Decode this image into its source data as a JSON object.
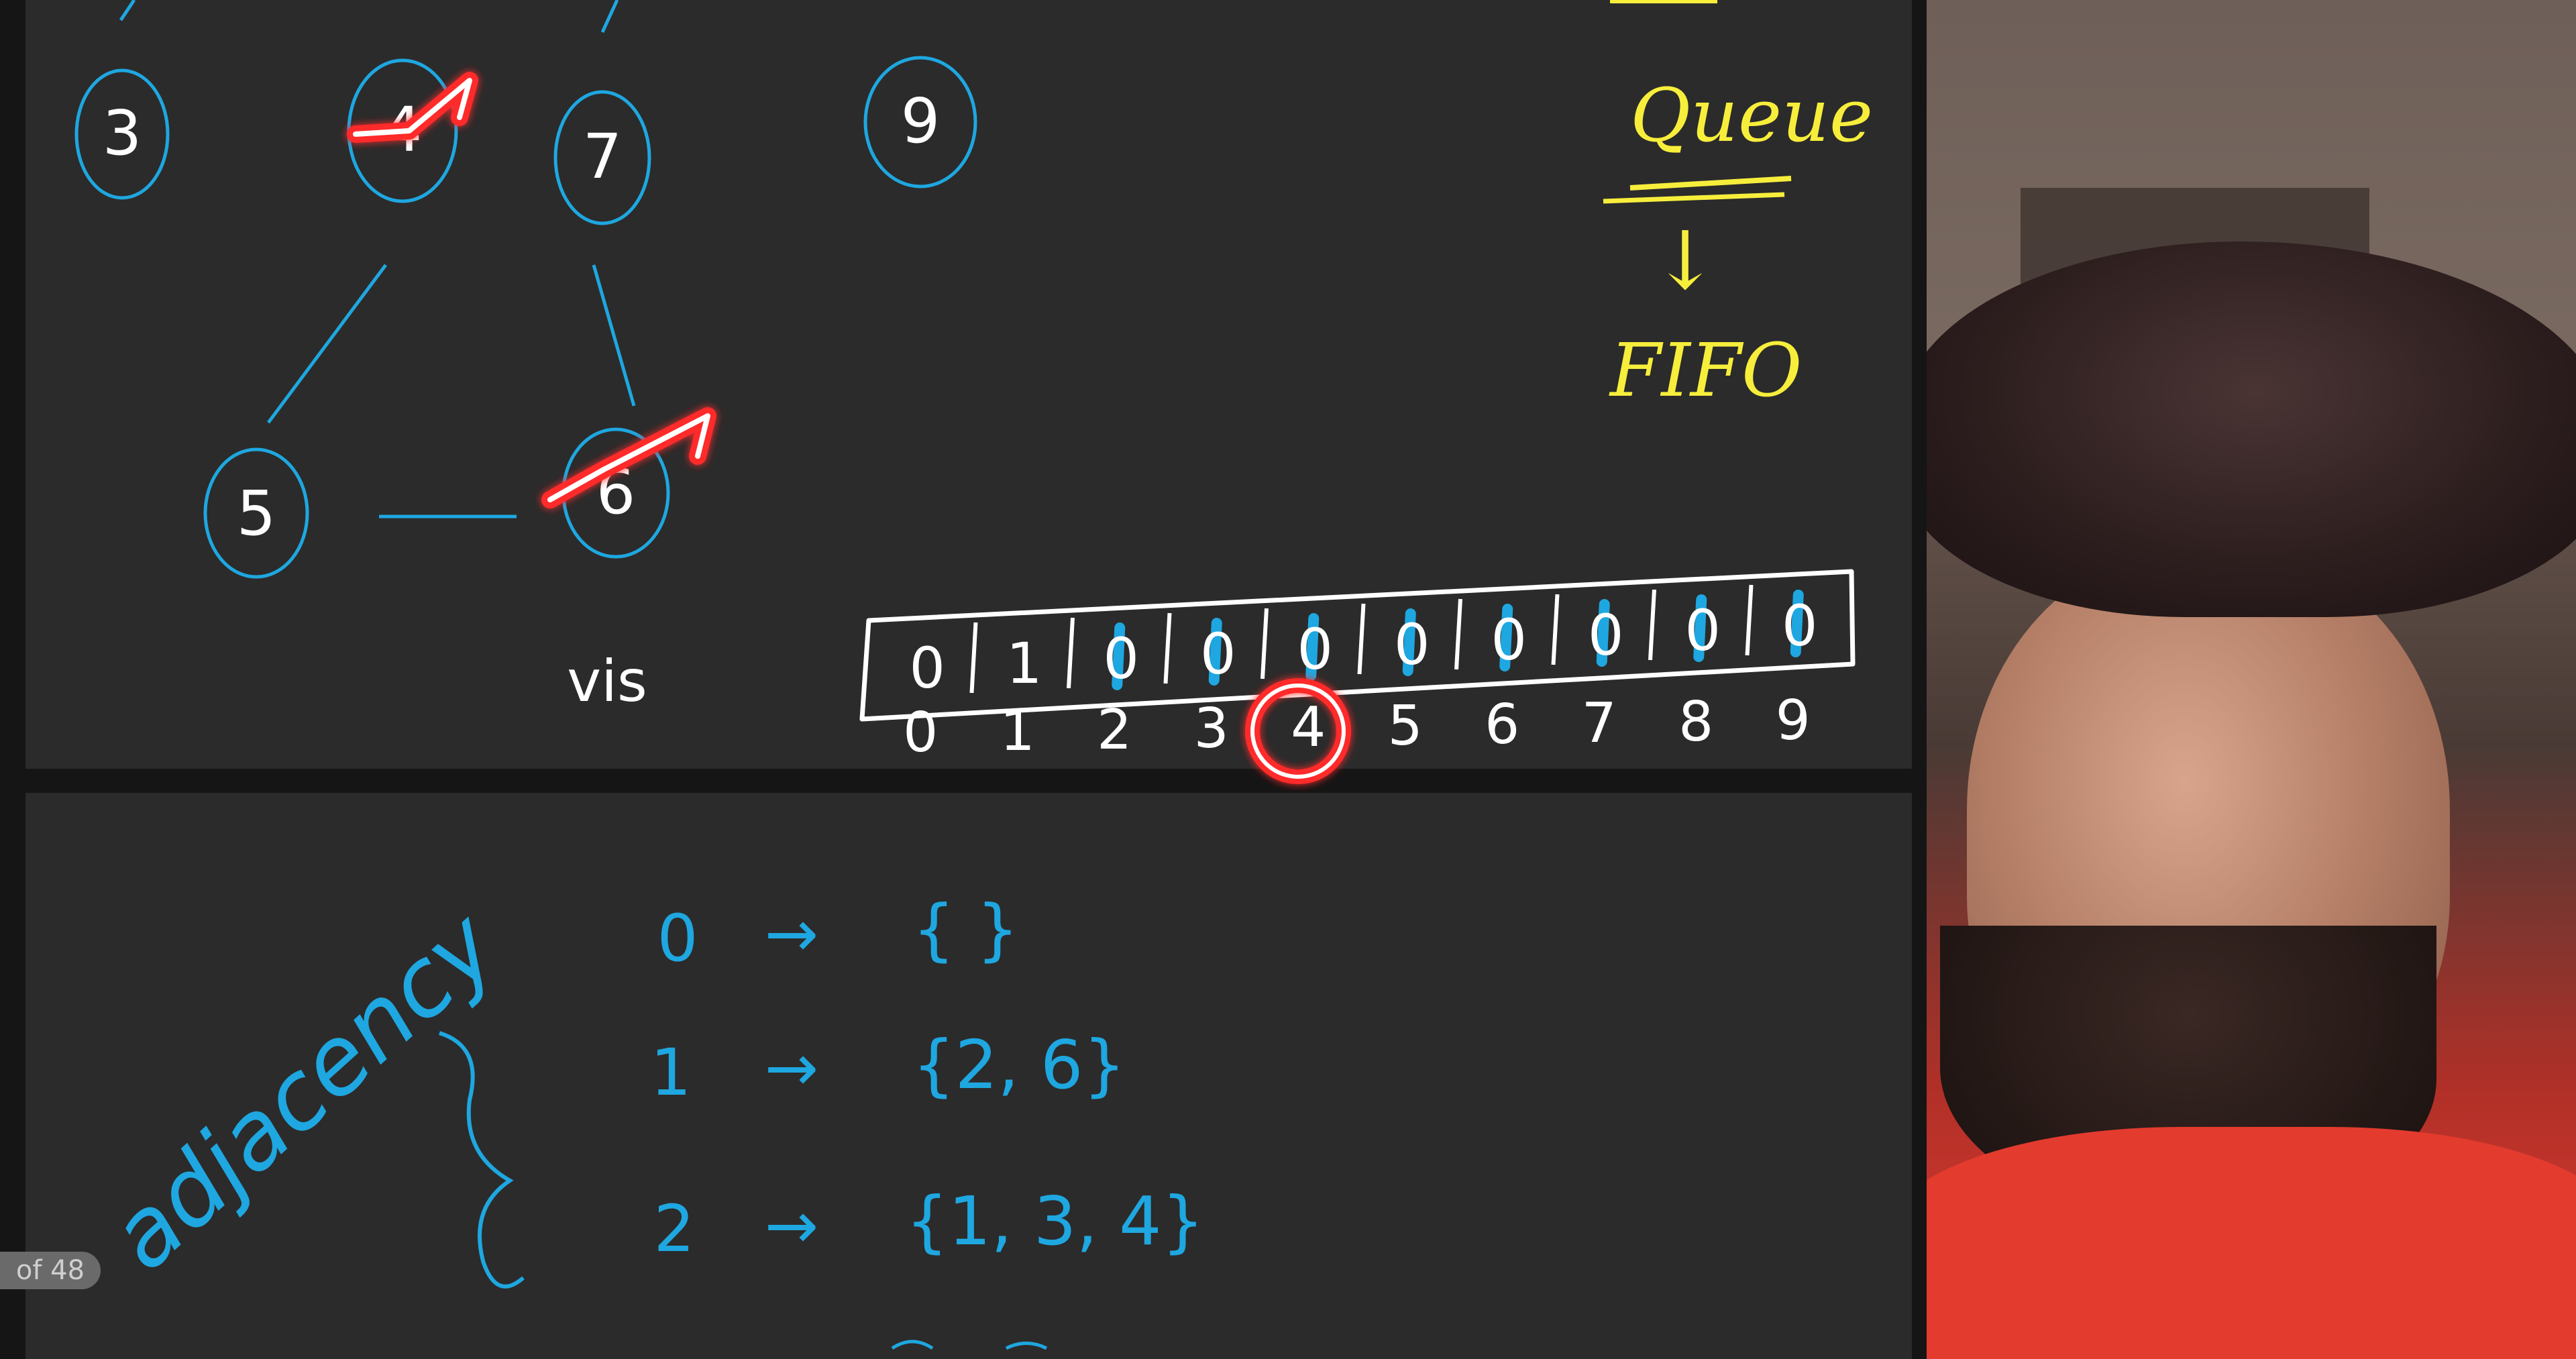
{
  "graph": {
    "nodes": [
      {
        "id": "3",
        "label": "3",
        "crossed": false
      },
      {
        "id": "4",
        "label": "4",
        "crossed": true
      },
      {
        "id": "7",
        "label": "7",
        "crossed": false
      },
      {
        "id": "9",
        "label": "9",
        "crossed": false
      },
      {
        "id": "5",
        "label": "5",
        "crossed": false
      },
      {
        "id": "6",
        "label": "6",
        "crossed": true
      }
    ],
    "edges": [
      [
        "4",
        "5"
      ],
      [
        "7",
        "6"
      ],
      [
        "5",
        "6"
      ]
    ]
  },
  "notes": {
    "queue_label": "Queue",
    "arrow": "↓",
    "fifo_label": "FIFO",
    "vis_label": "vis"
  },
  "vis_array": {
    "values": [
      "0",
      "1",
      "0",
      "0",
      "0",
      "0",
      "0",
      "0",
      "0",
      "0"
    ],
    "indices": [
      "0",
      "1",
      "2",
      "3",
      "4",
      "5",
      "6",
      "7",
      "8",
      "9"
    ],
    "highlighted_index": "4"
  },
  "adjacency": {
    "side_label": "adjacency",
    "rows": [
      {
        "node": "0",
        "arrow": "→",
        "list": "{ }"
      },
      {
        "node": "1",
        "arrow": "→",
        "list": "{2, 6}"
      },
      {
        "node": "2",
        "arrow": "→",
        "list": "{1, 3, 4}"
      }
    ]
  },
  "page_counter": "of 48",
  "colors": {
    "board": "#2b2b2b",
    "ink_blue": "#1ea7e0",
    "ink_yellow": "#f7ee3c",
    "ink_red": "#ff2a2a",
    "ink_white": "#ffffff"
  }
}
